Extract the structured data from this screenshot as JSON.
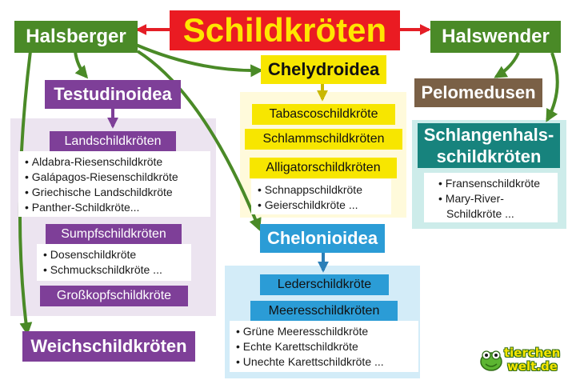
{
  "title": "Schildkröten",
  "halsberger": "Halsberger",
  "halswender": "Halswender",
  "testudinoidea": {
    "label": "Testudinoidea",
    "landschildkroeten": {
      "label": "Landschildkröten",
      "species": [
        "Aldabra-Riesenschildkröte",
        "Galápagos-Riesenschildkröte",
        "Griechische Landschildkröte",
        "Panther-Schildkröte..."
      ]
    },
    "sumpfschildkroeten": {
      "label": "Sumpfschildkröten",
      "species": [
        "Dosenschildkröte",
        "Schmuckschildkröte ..."
      ]
    },
    "grosskopf": "Großkopfschildkröte"
  },
  "weichschildkroeten": "Weichschildkröten",
  "chelydroidea": {
    "label": "Chelydroidea",
    "tabasco": "Tabascoschildkröte",
    "schlamm": "Schlammschildkröten",
    "alligator": {
      "label": "Alligatorschildkröten",
      "species": [
        "Schnappschildkröte",
        "Geierschildkröte ..."
      ]
    }
  },
  "chelonioidea": {
    "label": "Chelonioidea",
    "leder": "Lederschildkröte",
    "meeres": {
      "label": "Meeresschildkröten",
      "species": [
        "Grüne Meeresschildkröte",
        "Echte Karettschildkröte",
        "Unechte Karettschildkröte ..."
      ]
    }
  },
  "pelomedusen": "Pelomedusen",
  "schlangenhals": {
    "label_line1": "Schlangenhals-",
    "label_line2": "schildkröten",
    "species": [
      "Fransenschildkröte",
      "Mary-River-Schildkröte ..."
    ]
  },
  "logo": {
    "line1": "tierchen",
    "line2": "welt.de"
  },
  "colors": {
    "title_bg": "#ea1b22",
    "title_text": "#ffe600",
    "green": "#4a8a27",
    "purple": "#7e3f98",
    "purple_panel": "#ece4f0",
    "yellow": "#f7e600",
    "yellow_panel": "#fffadb",
    "brown": "#7a6046",
    "teal": "#17837d",
    "teal_panel": "#cdecea",
    "blue": "#2b9cd6",
    "blue_panel": "#d3ecf8",
    "arrow_red": "#e41e26"
  }
}
